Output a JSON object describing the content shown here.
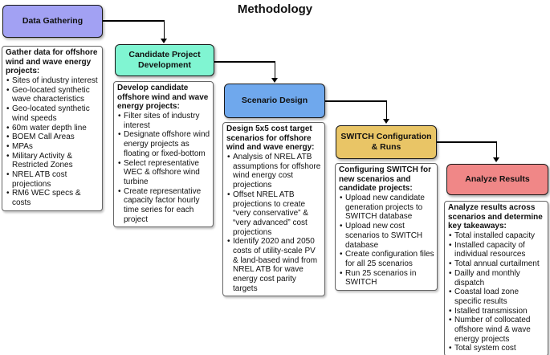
{
  "title": "Methodology",
  "diagram": {
    "line_color": "#000000"
  },
  "stages": [
    {
      "id": "data-gathering",
      "label": "Data Gathering",
      "color": "#A2A1F3",
      "detail_heading": "Gather data for offshore wind and wave energy projects:",
      "bullets": [
        "Sites of industry interest",
        "Geo-located synthetic wave characteristics",
        "Geo-located synthetic wind speeds",
        "60m water depth line",
        "BOEM Call Areas",
        "MPAs",
        "Military Activity & Restricted Zones",
        "NREL ATB cost projections",
        "RM6 WEC specs & costs"
      ]
    },
    {
      "id": "candidate-project-development",
      "label": "Candidate Project Development",
      "color": "#80F5D2",
      "detail_heading": "Develop candidate offshore wind and wave energy projects:",
      "bullets": [
        "Filter sites of industry interest",
        "Designate offshore wind energy projects as floating or fixed-bottom",
        "Select representative WEC & offshore wind turbine",
        "Create representative capacity factor hourly time series for each project"
      ]
    },
    {
      "id": "scenario-design",
      "label": "Scenario Design",
      "color": "#6FA8ED",
      "detail_heading": "Design 5x5 cost target scenarios for offshore wind and wave energy:",
      "bullets": [
        "Analysis of NREL ATB assumptions for offshore wind energy cost projections",
        "Offset NREL ATB projections to create “very conservative” & “very advanced” cost projections",
        "Identify 2020 and 2050 costs of utility-scale PV & land-based wind from NREL ATB for wave energy cost parity targets"
      ]
    },
    {
      "id": "switch-configuration-runs",
      "label": "SWITCH Configuration & Runs",
      "color": "#E9C566",
      "detail_heading": "Configuring SWITCH for new scenarios and candidate projects:",
      "bullets": [
        "Upload new candidate generation projects to SWITCH database",
        "Upload new cost scenarios to SWITCH database",
        "Create configuration files for all 25 scenarios",
        "Run 25 scenarios in SWITCH"
      ]
    },
    {
      "id": "analyze-results",
      "label": "Analyze Results",
      "color": "#F08787",
      "detail_heading": "Analyze results across scenarios and determine key takeaways:",
      "bullets": [
        "Total installed capacity",
        "Installed capacity of individual resources",
        "Total annual curtailment",
        "Dailly and monthly dispatch",
        "Coastal load zone specific results",
        "Istalled transmission",
        "Number of collocated offshore wind & wave energy projects",
        "Total system cost"
      ]
    }
  ]
}
